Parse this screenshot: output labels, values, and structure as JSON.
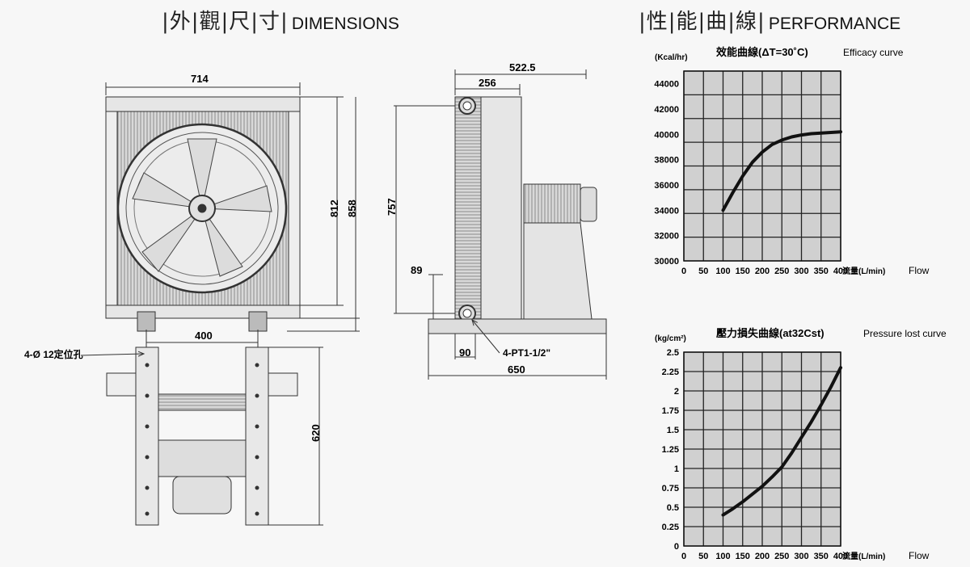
{
  "sections": {
    "dimensions": {
      "cn": "|外|觀|尺|寸|",
      "en": "DIMENSIONS"
    },
    "performance": {
      "cn": "|性|能|曲|線|",
      "en": "PERFORMANCE"
    }
  },
  "drawing": {
    "front_width": "714",
    "height_812": "812",
    "height_858": "858",
    "base_width": "400",
    "mount_holes": "4-Ø 12定位孔",
    "base_depth": "620",
    "side_total_depth": "522.5",
    "side_depth_256": "256",
    "side_height": "757",
    "port_offset": "89",
    "port_spacing": "90",
    "port_size": "4-PT1-1/2\"",
    "base_length": "650"
  },
  "chart_data": [
    {
      "type": "line",
      "title_cn": "效能曲線(ΔT=30˚C)",
      "title_en": "Efficacy curve",
      "ylabel": "(Kcal/hr)",
      "xlabel_cn": "流量(L/min)",
      "xlabel_en": "Flow",
      "x_ticks": [
        "0",
        "50",
        "100",
        "150",
        "200",
        "250",
        "300",
        "350",
        "400"
      ],
      "y_ticks": [
        "30000",
        "32000",
        "34000",
        "36000",
        "38000",
        "40000",
        "42000",
        "44000"
      ],
      "xlim": [
        0,
        400
      ],
      "ylim": [
        30000,
        45000
      ],
      "grid": true,
      "x": [
        100,
        125,
        150,
        175,
        200,
        225,
        250,
        275,
        300,
        325,
        350,
        375,
        400
      ],
      "y": [
        34000,
        35400,
        36700,
        37800,
        38600,
        39200,
        39550,
        39800,
        39950,
        40050,
        40100,
        40150,
        40200
      ]
    },
    {
      "type": "line",
      "title_cn": "壓力損失曲線(at32Cst)",
      "title_en": "Pressure lost curve",
      "ylabel": "(kg/cm²)",
      "xlabel_cn": "流量(L/min)",
      "xlabel_en": "Flow",
      "x_ticks": [
        "0",
        "50",
        "100",
        "150",
        "200",
        "250",
        "300",
        "350",
        "400"
      ],
      "y_ticks": [
        "0",
        "0.25",
        "0.5",
        "0.75",
        "1",
        "1.25",
        "1.5",
        "1.75",
        "2",
        "2.25",
        "2.5"
      ],
      "xlim": [
        0,
        400
      ],
      "ylim": [
        0,
        2.5
      ],
      "grid": true,
      "x": [
        100,
        125,
        150,
        175,
        200,
        225,
        250,
        275,
        300,
        325,
        350,
        375,
        400
      ],
      "y": [
        0.4,
        0.48,
        0.57,
        0.67,
        0.77,
        0.89,
        1.02,
        1.2,
        1.4,
        1.6,
        1.82,
        2.05,
        2.3
      ]
    }
  ]
}
